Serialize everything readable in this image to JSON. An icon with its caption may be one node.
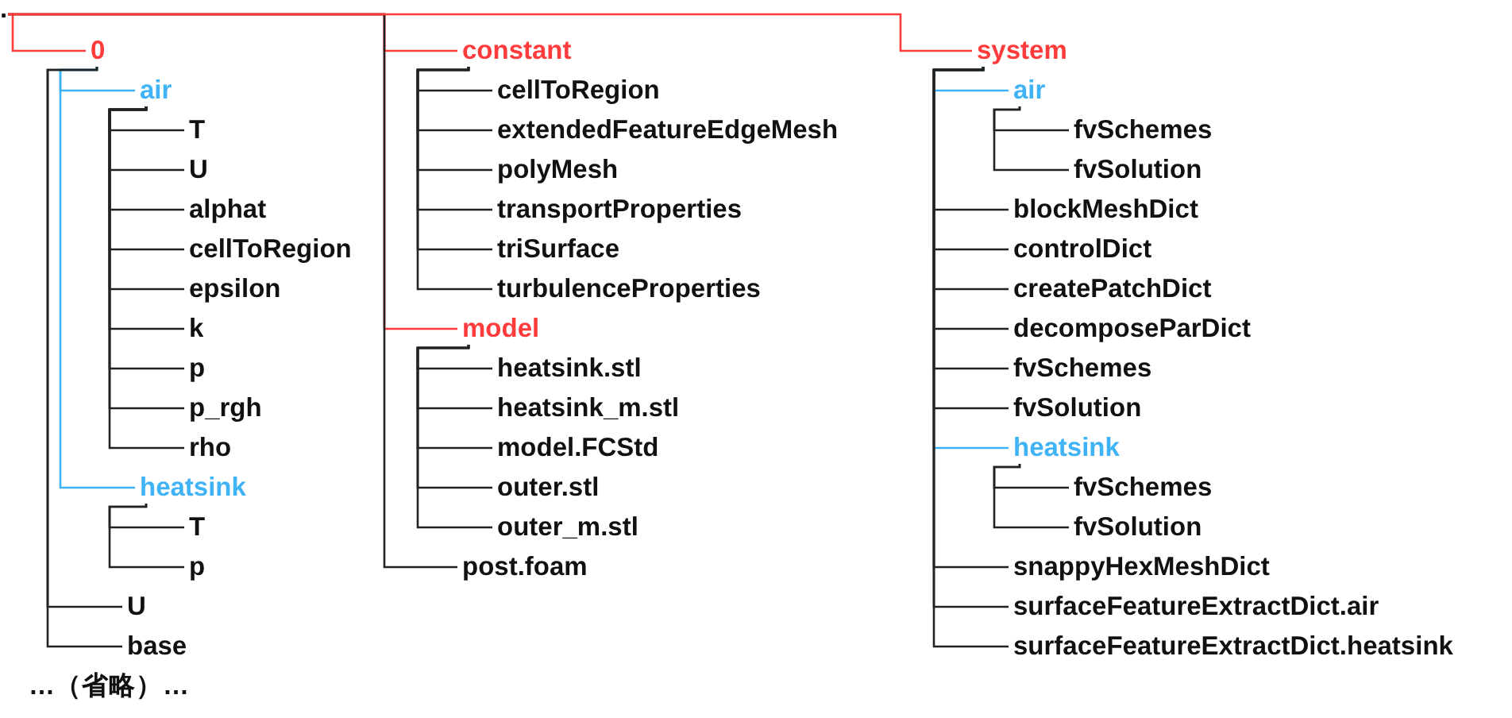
{
  "diagram": {
    "nodes": [
      {
        "text": [
          "."
        ]
      },
      {
        "text": [
          "0"
        ]
      },
      {
        "text": [
          "air"
        ]
      },
      {
        "text": [
          "T"
        ]
      },
      {
        "text": [
          "U"
        ]
      },
      {
        "text": [
          "alphat"
        ]
      },
      {
        "text": [
          "cellToRegion"
        ]
      },
      {
        "text": [
          "epsilon"
        ]
      },
      {
        "text": [
          "k"
        ]
      },
      {
        "text": [
          "p"
        ]
      },
      {
        "text": [
          "p_rgh"
        ]
      },
      {
        "text": [
          "rho"
        ]
      },
      {
        "text": [
          "heatsink"
        ]
      },
      {
        "text": [
          "T"
        ]
      },
      {
        "text": [
          "p"
        ]
      },
      {
        "text": [
          "U"
        ]
      },
      {
        "text": [
          "base"
        ]
      },
      {
        "text": [
          "constant"
        ]
      },
      {
        "text": [
          "cellToRegion"
        ]
      },
      {
        "text": [
          "extendedFeatureEdgeMesh"
        ]
      },
      {
        "text": [
          "polyMesh"
        ]
      },
      {
        "text": [
          "transportProperties"
        ]
      },
      {
        "text": [
          "triSurface"
        ]
      },
      {
        "text": [
          "turbulenceProperties"
        ]
      },
      {
        "text": [
          "model"
        ]
      },
      {
        "text": [
          "heatsink.stl"
        ]
      },
      {
        "text": [
          "heatsink_m.stl"
        ]
      },
      {
        "text": [
          "model.FCStd"
        ]
      },
      {
        "text": [
          "outer.stl"
        ]
      },
      {
        "text": [
          "outer_m.stl"
        ]
      },
      {
        "text": [
          "post.foam"
        ]
      },
      {
        "text": [
          "system"
        ]
      },
      {
        "text": [
          "air"
        ]
      },
      {
        "text": [
          "fvSchemes"
        ]
      },
      {
        "text": [
          "fvSolution"
        ]
      },
      {
        "text": [
          "blockMeshDict"
        ]
      },
      {
        "text": [
          "controlDict"
        ]
      },
      {
        "text": [
          "createPatchDict"
        ]
      },
      {
        "text": [
          "decomposeParDict"
        ]
      },
      {
        "text": [
          "fvSchemes"
        ]
      },
      {
        "text": [
          "fvSolution"
        ]
      },
      {
        "text": [
          "heatsink"
        ]
      },
      {
        "text": [
          "fvSchemes"
        ]
      },
      {
        "text": [
          "fvSolution"
        ]
      },
      {
        "text": [
          "snappyHexMeshDict"
        ]
      },
      {
        "text": [
          "surfaceFeatureExtractDict.air"
        ]
      },
      {
        "text": [
          "surfaceFeatureExtractDict.heatsink"
        ]
      }
    ],
    "edges": [
      {
        "from": 0,
        "to": 1,
        "arrow": "none",
        "color": "#ff3b3b"
      },
      {
        "from": 1,
        "to": 2,
        "arrow": "none",
        "color": "#3fb3f5"
      },
      {
        "from": 2,
        "to": 3,
        "arrow": "none"
      },
      {
        "from": 2,
        "to": 4,
        "arrow": "none"
      },
      {
        "from": 2,
        "to": 5,
        "arrow": "none"
      },
      {
        "from": 2,
        "to": 6,
        "arrow": "none"
      },
      {
        "from": 2,
        "to": 7,
        "arrow": "none"
      },
      {
        "from": 2,
        "to": 8,
        "arrow": "none"
      },
      {
        "from": 2,
        "to": 9,
        "arrow": "none"
      },
      {
        "from": 2,
        "to": 10,
        "arrow": "none"
      },
      {
        "from": 2,
        "to": 11,
        "arrow": "none"
      },
      {
        "from": 1,
        "to": 12,
        "arrow": "none",
        "color": "#3fb3f5"
      },
      {
        "from": 12,
        "to": 13,
        "arrow": "none"
      },
      {
        "from": 12,
        "to": 14,
        "arrow": "none"
      },
      {
        "from": 1,
        "to": 15,
        "arrow": "none"
      },
      {
        "from": 1,
        "to": 16,
        "arrow": "none"
      },
      {
        "from": 0,
        "to": 17,
        "arrow": "none",
        "color": "#ff3b3b"
      },
      {
        "from": 17,
        "to": 18,
        "arrow": "none"
      },
      {
        "from": 17,
        "to": 19,
        "arrow": "none"
      },
      {
        "from": 17,
        "to": 20,
        "arrow": "none"
      },
      {
        "from": 17,
        "to": 21,
        "arrow": "none"
      },
      {
        "from": 17,
        "to": 22,
        "arrow": "none"
      },
      {
        "from": 17,
        "to": 23,
        "arrow": "none"
      },
      {
        "from": 0,
        "to": 24,
        "arrow": "none",
        "color": "#ff3b3b"
      },
      {
        "from": 24,
        "to": 25,
        "arrow": "none"
      },
      {
        "from": 24,
        "to": 26,
        "arrow": "none"
      },
      {
        "from": 24,
        "to": 27,
        "arrow": "none"
      },
      {
        "from": 24,
        "to": 28,
        "arrow": "none"
      },
      {
        "from": 24,
        "to": 29,
        "arrow": "none"
      },
      {
        "from": 0,
        "to": 30,
        "arrow": "none"
      },
      {
        "from": 0,
        "to": 31,
        "arrow": "none",
        "color": "#ff3b3b"
      },
      {
        "from": 31,
        "to": 32,
        "arrow": "none",
        "color": "#3fb3f5"
      },
      {
        "from": 32,
        "to": 33,
        "arrow": "none"
      },
      {
        "from": 32,
        "to": 34,
        "arrow": "none"
      },
      {
        "from": 31,
        "to": 35,
        "arrow": "none"
      },
      {
        "from": 31,
        "to": 36,
        "arrow": "none"
      },
      {
        "from": 31,
        "to": 37,
        "arrow": "none"
      },
      {
        "from": 31,
        "to": 38,
        "arrow": "none"
      },
      {
        "from": 31,
        "to": 39,
        "arrow": "none"
      },
      {
        "from": 31,
        "to": 40,
        "arrow": "none"
      },
      {
        "from": 31,
        "to": 41,
        "arrow": "none",
        "color": "#3fb3f5"
      },
      {
        "from": 41,
        "to": 42,
        "arrow": "none"
      },
      {
        "from": 41,
        "to": 43,
        "arrow": "none"
      },
      {
        "from": 31,
        "to": 44,
        "arrow": "none"
      },
      {
        "from": 31,
        "to": 45,
        "arrow": "none"
      },
      {
        "from": 31,
        "to": 46,
        "arrow": "none"
      }
    ],
    "labels": [
      "…（省略）…"
    ]
  }
}
